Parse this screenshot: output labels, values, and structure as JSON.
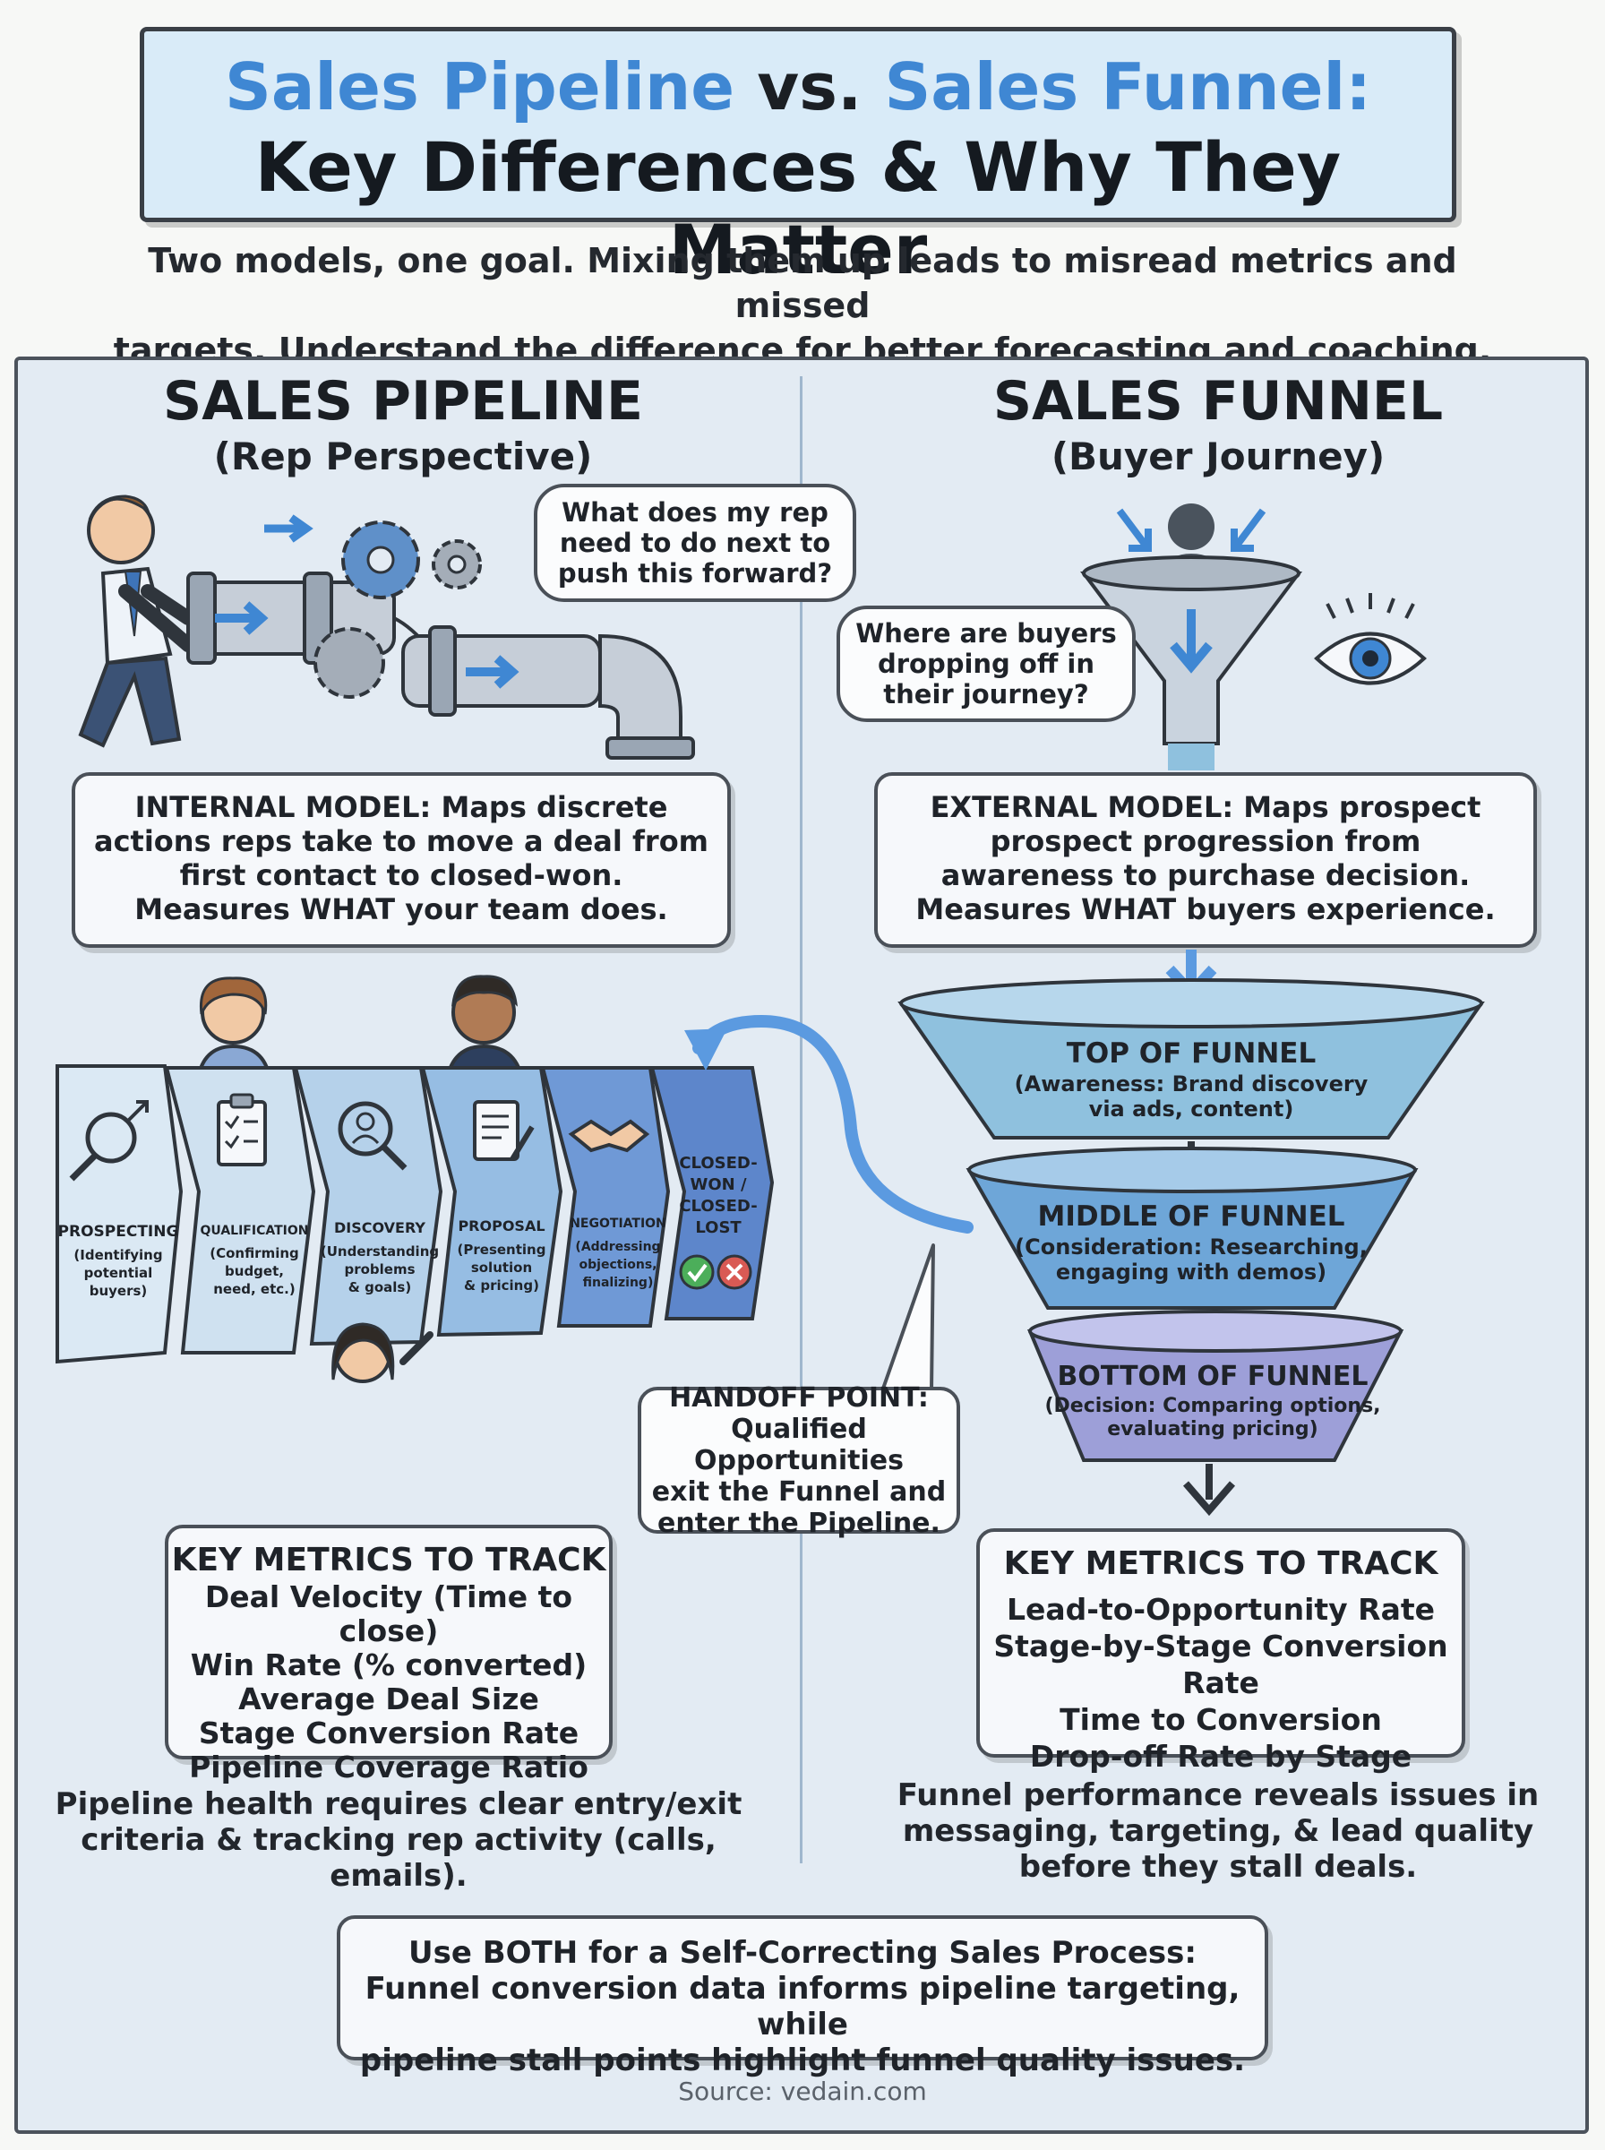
{
  "title": {
    "pipeline_word": "Sales Pipeline",
    "vs_word": "vs.",
    "funnel_word": "Sales Funnel:",
    "line2": "Key Differences & Why They Matter"
  },
  "intro": {
    "line1": "Two models, one goal. Mixing them up leads to misread metrics and missed",
    "line2": "targets. Understand the difference for better forecasting and coaching."
  },
  "pipeline": {
    "heading": "SALES PIPELINE",
    "subheading": "(Rep Perspective)",
    "speech": [
      "What does my rep",
      "need to do next to",
      "push this forward?"
    ],
    "model_card": [
      "INTERNAL MODEL: Maps discrete",
      "actions reps take to move a deal from",
      "first contact to closed-won.",
      "Measures WHAT your team does."
    ],
    "stages": [
      {
        "name": "PROSPECTING",
        "desc": [
          "(Identifying",
          "potential",
          "buyers)"
        ]
      },
      {
        "name": "QUALIFICATION",
        "desc": [
          "(Confirming",
          "budget,",
          "need, etc.)"
        ]
      },
      {
        "name": "DISCOVERY",
        "desc": [
          "(Understanding",
          "problems",
          "& goals)"
        ]
      },
      {
        "name": "PROPOSAL",
        "desc": [
          "(Presenting",
          "solution",
          "& pricing)"
        ]
      },
      {
        "name": "NEGOTIATION",
        "desc": [
          "(Addressing",
          "objections,",
          "finalizing)"
        ]
      },
      {
        "name": "CLOSED-",
        "desc": [
          "WON /",
          "CLOSED-",
          "LOST"
        ]
      }
    ],
    "metrics_title": "KEY METRICS TO TRACK",
    "metrics": [
      "Deal Velocity (Time to close)",
      "Win Rate (% converted)",
      "Average Deal Size",
      "Stage Conversion Rate",
      "Pipeline Coverage Ratio"
    ],
    "footer": [
      "Pipeline health requires clear entry/exit",
      "criteria & tracking rep activity (calls, emails)."
    ]
  },
  "funnel": {
    "heading": "SALES FUNNEL",
    "subheading": "(Buyer Journey)",
    "speech": [
      "Where are buyers",
      "dropping off in",
      "their journey?"
    ],
    "model_card": [
      "EXTERNAL MODEL: Maps prospect",
      "prospect progression from",
      "awareness to purchase decision.",
      "Measures WHAT buyers experience."
    ],
    "tiers": [
      {
        "name": "TOP OF FUNNEL",
        "desc": [
          "(Awareness: Brand discovery",
          "via ads, content)"
        ]
      },
      {
        "name": "MIDDLE OF FUNNEL",
        "desc": [
          "(Consideration: Researching,",
          "engaging with demos)"
        ]
      },
      {
        "name": "BOTTOM OF FUNNEL",
        "desc": [
          "(Decision: Comparing options,",
          "evaluating pricing)"
        ]
      }
    ],
    "handoff": [
      "HANDOFF POINT:",
      "Qualified Opportunities",
      "exit the Funnel and",
      "enter the Pipeline."
    ],
    "metrics_title": "KEY METRICS TO TRACK",
    "metrics": [
      "Lead-to-Opportunity Rate",
      "Stage-by-Stage Conversion Rate",
      "Time to Conversion",
      "Drop-off Rate by Stage"
    ],
    "footer": [
      "Funnel performance reveals issues in",
      "messaging, targeting, & lead quality",
      "before they stall deals."
    ]
  },
  "bottom_card": [
    "Use BOTH for a Self-Correcting Sales Process:",
    "Funnel conversion data informs pipeline targeting, while",
    "pipeline stall points highlight funnel quality issues."
  ],
  "source": "Source: vedain.com",
  "colors": {
    "accent_blue": "#3f87d3",
    "panel": "#e3ebf3",
    "funnel_top": "#8fc1de",
    "funnel_mid": "#6ea6d8",
    "funnel_bottom": "#9d9fd8"
  }
}
